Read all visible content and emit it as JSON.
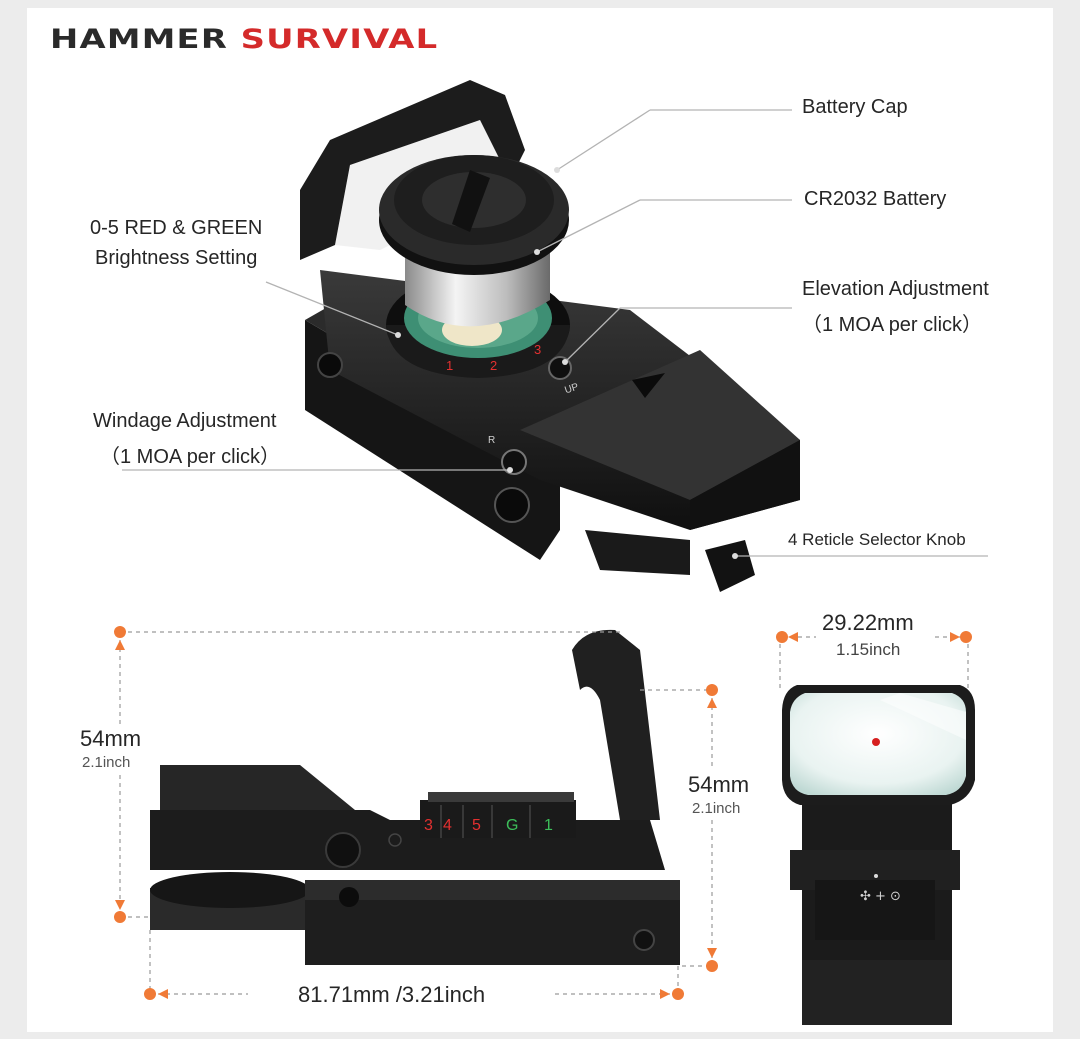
{
  "brand": {
    "part1": "HAMMER",
    "part2": "SURVIVAL"
  },
  "colors": {
    "accent": "#d42a2a",
    "dimension_marker": "#f07a36",
    "body": "#1b1b1b",
    "lens_tint": "#cfe9e4",
    "reticle_dot": "#d61f1f"
  },
  "callouts": {
    "battery_cap": "Battery Cap",
    "battery": "CR2032 Battery",
    "brightness_line1": "0-5 RED & GREEN",
    "brightness_line2": "Brightness Setting",
    "elevation_line1": "Elevation Adjustment",
    "elevation_line2": "（1 MOA per click）",
    "windage_line1": "Windage Adjustment",
    "windage_line2": "（1 MOA per click）",
    "reticle_knob": "4 Reticle Selector Knob"
  },
  "dial_top": {
    "numbers": [
      "1",
      "2",
      "3"
    ],
    "markings": {
      "up": "UP",
      "r": "R"
    }
  },
  "dial_side": {
    "numbers": [
      "3",
      "4",
      "5",
      "G",
      "1"
    ]
  },
  "dimensions": {
    "left_height_mm": "54mm",
    "left_height_in": "2.1inch",
    "right_height_mm": "54mm",
    "right_height_in": "2.1inch",
    "length": "81.71mm /3.21inch",
    "width_mm": "29.22mm",
    "width_in": "1.15inch"
  }
}
